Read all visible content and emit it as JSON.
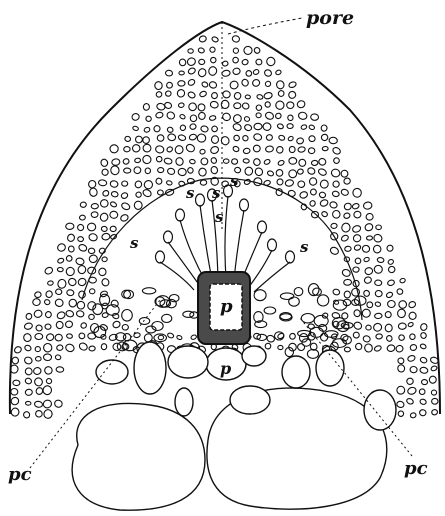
{
  "figure": {
    "labels": {
      "pore": "pore",
      "s": "s",
      "p": "p",
      "pc": "pc"
    },
    "colors": {
      "ink": "#111111",
      "paper": "#ffffff",
      "shade": "#4a4a4a"
    }
  }
}
